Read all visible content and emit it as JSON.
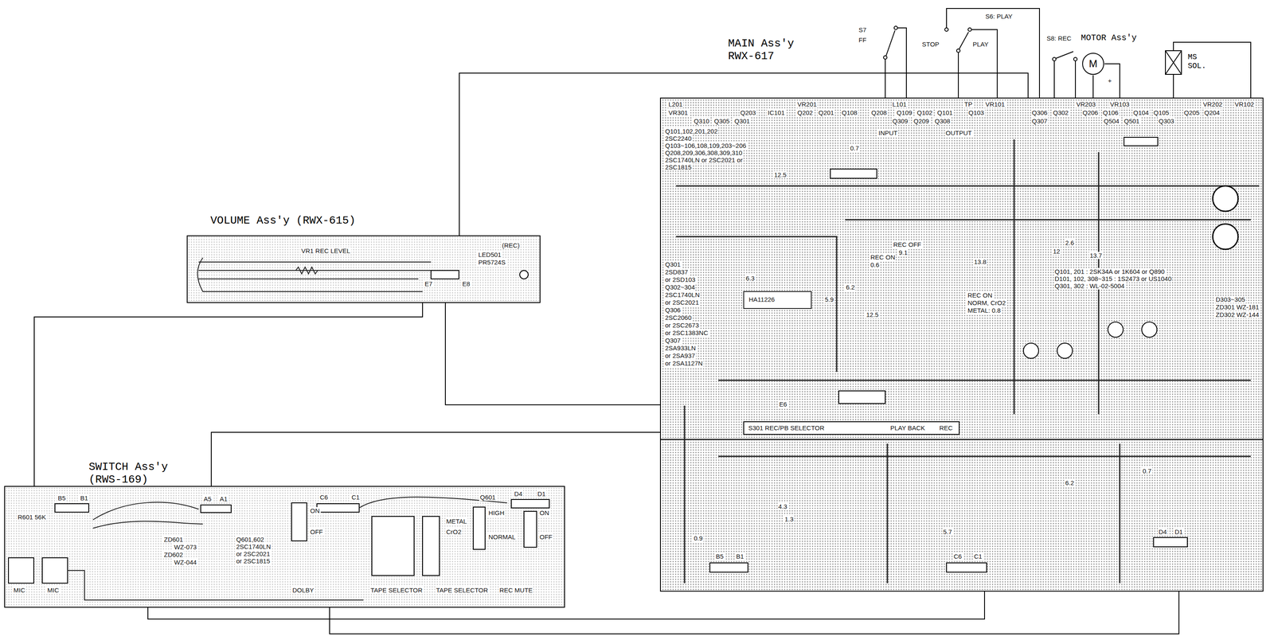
{
  "diagram": {
    "nodes": [
      {
        "text": [
          "MAIN Ass'y RWX-617"
        ]
      },
      {
        "text": [
          "VOLUME Ass'y (RWX-615)"
        ]
      },
      {
        "text": [
          "SWITCH Ass'y (RWS-169)"
        ]
      },
      {
        "text": [
          "MOTOR Ass'y",
          "M"
        ]
      },
      {
        "text": [
          "MS SOL."
        ]
      }
    ],
    "edges": [
      {
        "from": 1,
        "to": 0,
        "arrow": "none"
      },
      {
        "from": 1,
        "to": 0,
        "arrow": "none"
      },
      {
        "from": 2,
        "to": 1,
        "arrow": "none"
      },
      {
        "from": 2,
        "to": 0,
        "arrow": "none"
      },
      {
        "from": 2,
        "to": 0,
        "arrow": "none"
      },
      {
        "from": 2,
        "to": 0,
        "arrow": "none"
      },
      {
        "from": 3,
        "to": 0,
        "arrow": "none"
      },
      {
        "from": 4,
        "to": 0,
        "arrow": "none"
      }
    ],
    "labels": [
      "S7",
      "FF",
      "S6: PLAY",
      "STOP",
      "PLAY",
      "S8: REC",
      "+",
      "VR1 REC LEVEL",
      "(REC)",
      "LED501",
      "PR5724S",
      "E7",
      "E8",
      "B5",
      "B1",
      "R601 56K",
      "MIC",
      "MIC",
      "ZD601",
      "WZ-073",
      "ZD602",
      "WZ-044",
      "Q601,602",
      "2SC1740LN",
      "or 2SC2021",
      "or 2SC1815",
      "A5",
      "A1",
      "DOLBY",
      "ON",
      "OFF",
      "C6",
      "C1",
      "TAPE SELECTOR",
      "TAPE SELECTOR",
      "METAL",
      "CrO2",
      "HIGH",
      "NORMAL",
      "REC MUTE",
      "ON",
      "OFF",
      "Q601",
      "D4",
      "D1",
      "L201",
      "VR201",
      "L101",
      "TP",
      "VR101",
      "VR203",
      "VR103",
      "VR202",
      "VR102",
      "VR301",
      "Q203",
      "IC101",
      "Q202",
      "Q201",
      "Q108",
      "Q208",
      "Q109",
      "Q102",
      "Q101",
      "Q103",
      "Q306",
      "Q302",
      "Q206",
      "Q106",
      "Q104",
      "Q105",
      "Q205",
      "Q204",
      "Q310",
      "Q305",
      "Q301",
      "Q309",
      "Q209",
      "Q308",
      "Q307",
      "Q504",
      "Q501",
      "Q303",
      "Q101,102,201,202",
      "2SC2240",
      "Q103~106,108,109,203~206",
      "Q208,209,306,308,309,310",
      "2SC1740LN or 2SC2021 or",
      "2SC1815",
      "Q301",
      "2SD837",
      "or 2SD103",
      "Q302~304",
      "2SC1740LN",
      "or 2SC2021",
      "Q306",
      "2SC2060",
      "or 2SC2673",
      "or 2SC1383NC",
      "Q307",
      "2SA933LN",
      "or 2SA937",
      "or 2SA1127N",
      "HA11226",
      "6.3",
      "6.2",
      "5.9",
      "12.5",
      "0.7",
      "12.5",
      "REC ON",
      "0.6",
      "REC OFF",
      "9.1",
      "13.8",
      "12",
      "2.6",
      "13.7",
      "REC ON",
      "NORM, CrO2",
      "METAL: 0.8",
      "Q101, 201 : 2SK34A or 1K604 or Q890",
      "D101, 102, 308~315 : 1S2473 or US1040",
      "Q301, 302 : WL-02-5004",
      "D303~305",
      "ZD301 WZ-181",
      "ZD302 WZ-144",
      "INPUT",
      "OUTPUT",
      "E6",
      "S301 REC/PB SELECTOR",
      "PLAY BACK",
      "REC",
      "B5",
      "B1",
      "C6",
      "C1",
      "D4",
      "D1",
      "0.7",
      "6.2",
      "4.3",
      "1.3",
      "0.9",
      "5.7"
    ]
  }
}
